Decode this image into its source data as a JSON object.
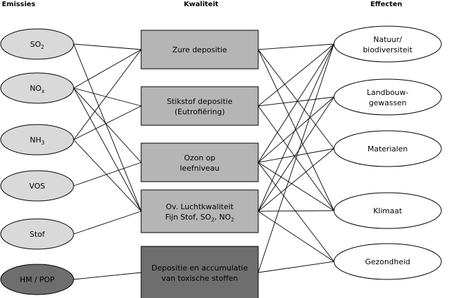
{
  "headers": {
    "emissions": "Emissies",
    "quality": "Kwaliteit",
    "effects": "Effecten"
  },
  "emissions": [
    {
      "id": "so2",
      "base": "SO",
      "sub": "2",
      "fill": "#d9d9d9"
    },
    {
      "id": "nox",
      "base": "NO",
      "sub": "x",
      "fill": "#d9d9d9"
    },
    {
      "id": "nh3",
      "base": "NH",
      "sub": "3",
      "fill": "#d9d9d9"
    },
    {
      "id": "vos",
      "base": "VOS",
      "sub": "",
      "fill": "#d9d9d9"
    },
    {
      "id": "stof",
      "base": "Stof",
      "sub": "",
      "fill": "#d9d9d9"
    },
    {
      "id": "hmpop",
      "base": "HM / POP",
      "sub": "",
      "fill": "#6e6e6e"
    }
  ],
  "quality": [
    {
      "id": "zure",
      "line1": "Zure depositie",
      "line2": "",
      "fill": "#b5b5b5"
    },
    {
      "id": "stikstof",
      "line1": "Stikstof depositie",
      "line2": "(Eutrofiëring)",
      "fill": "#b5b5b5"
    },
    {
      "id": "ozon",
      "line1": "Ozon op",
      "line2": "leefniveau",
      "fill": "#b5b5b5"
    },
    {
      "id": "lucht",
      "line1": "Ov. Luchtkwaliteit",
      "line2_parts": [
        "Fijn Stof, SO",
        "2",
        ", NO",
        "2"
      ],
      "fill": "#b5b5b5"
    },
    {
      "id": "depositie",
      "line1": "Depositie en accumulatie",
      "line2": "van toxische stoffen",
      "fill": "#6e6e6e"
    }
  ],
  "effects": [
    {
      "id": "natuur",
      "line1": "Natuur/",
      "line2": "biodiversiteit"
    },
    {
      "id": "landbouw",
      "line1": "Landbouw-",
      "line2": "gewassen"
    },
    {
      "id": "materialen",
      "line1": "Materialen",
      "line2": ""
    },
    {
      "id": "klimaat",
      "line1": "Klimaat",
      "line2": ""
    },
    {
      "id": "gezondheid",
      "line1": "Gezondheid",
      "line2": ""
    }
  ],
  "links_emission_quality": [
    [
      "so2",
      "zure"
    ],
    [
      "so2",
      "lucht"
    ],
    [
      "nox",
      "zure"
    ],
    [
      "nox",
      "stikstof"
    ],
    [
      "nox",
      "ozon"
    ],
    [
      "nox",
      "lucht"
    ],
    [
      "nh3",
      "zure"
    ],
    [
      "nh3",
      "stikstof"
    ],
    [
      "nh3",
      "lucht"
    ],
    [
      "vos",
      "ozon"
    ],
    [
      "stof",
      "lucht"
    ],
    [
      "hmpop",
      "depositie"
    ]
  ],
  "links_quality_effect": [
    [
      "zure",
      "natuur"
    ],
    [
      "zure",
      "materialen"
    ],
    [
      "zure",
      "klimaat"
    ],
    [
      "stikstof",
      "natuur"
    ],
    [
      "stikstof",
      "landbouw"
    ],
    [
      "stikstof",
      "klimaat"
    ],
    [
      "ozon",
      "natuur"
    ],
    [
      "ozon",
      "landbouw"
    ],
    [
      "ozon",
      "materialen"
    ],
    [
      "ozon",
      "klimaat"
    ],
    [
      "ozon",
      "gezondheid"
    ],
    [
      "lucht",
      "natuur"
    ],
    [
      "lucht",
      "landbouw"
    ],
    [
      "lucht",
      "materialen"
    ],
    [
      "lucht",
      "klimaat"
    ],
    [
      "lucht",
      "gezondheid"
    ],
    [
      "depositie",
      "natuur"
    ],
    [
      "depositie",
      "gezondheid"
    ]
  ]
}
